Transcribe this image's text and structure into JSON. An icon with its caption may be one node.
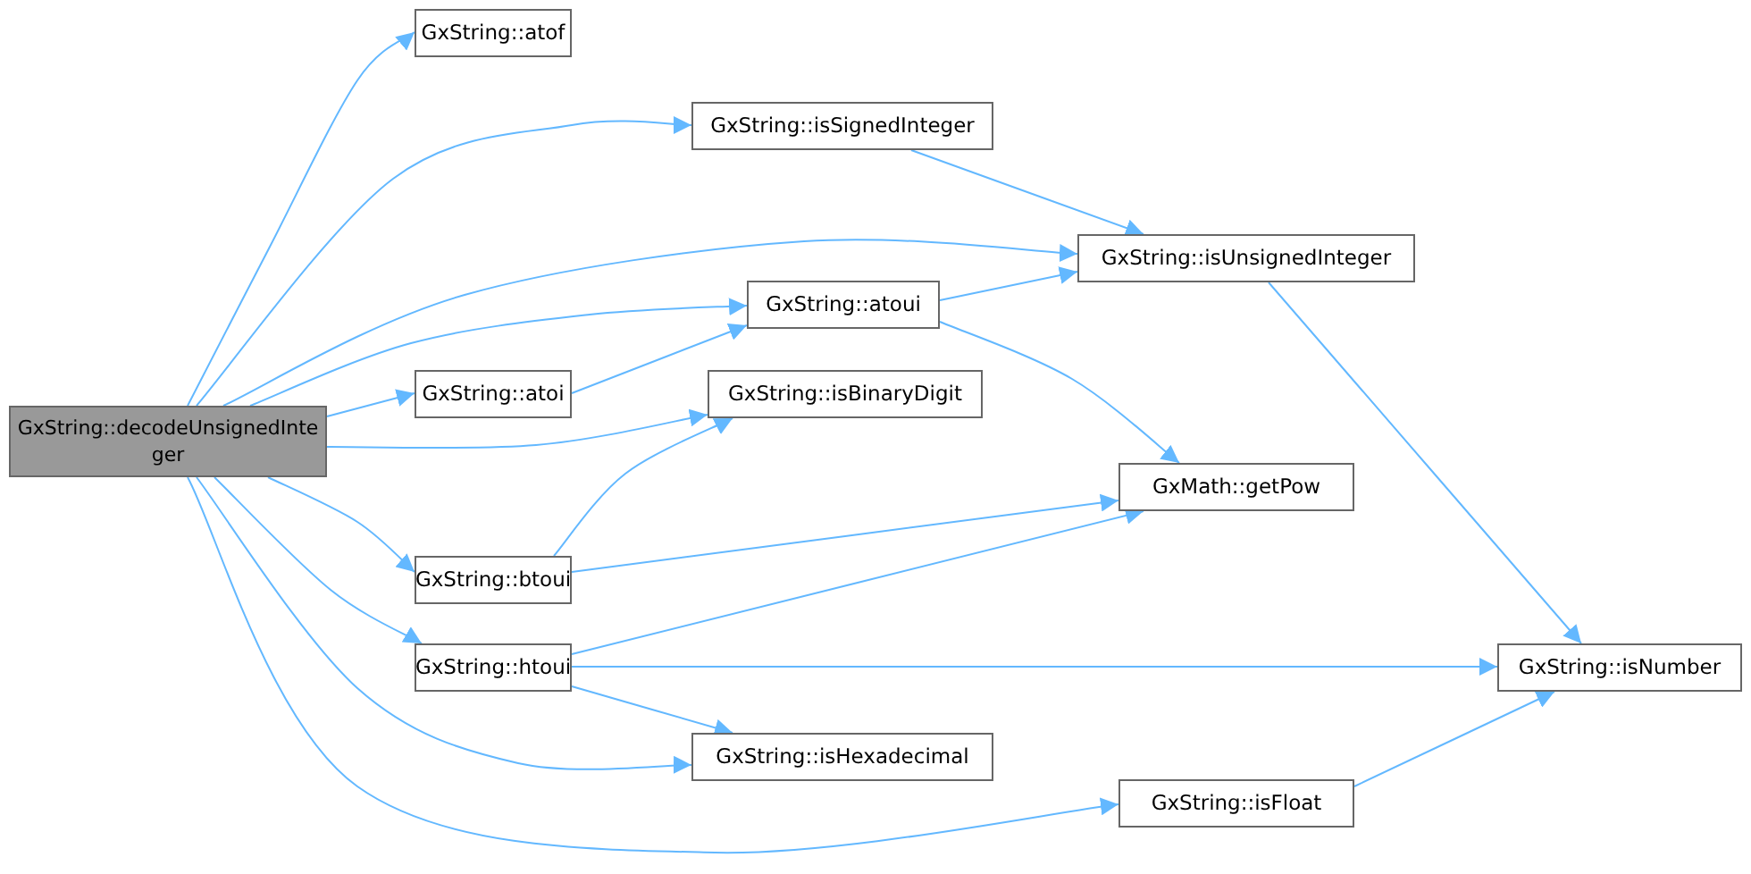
{
  "diagram": {
    "nodes": [
      {
        "text": [
          "GxString::decodeUnsignedInteger"
        ]
      },
      {
        "text": [
          "GxString::atof"
        ]
      },
      {
        "text": [
          "GxString::isSignedInteger"
        ]
      },
      {
        "text": [
          "GxString::isUnsignedInteger"
        ]
      },
      {
        "text": [
          "GxString::atoui"
        ]
      },
      {
        "text": [
          "GxString::atoi"
        ]
      },
      {
        "text": [
          "GxString::isBinaryDigit"
        ]
      },
      {
        "text": [
          "GxMath::getPow"
        ]
      },
      {
        "text": [
          "GxString::btoui"
        ]
      },
      {
        "text": [
          "GxString::htoui"
        ]
      },
      {
        "text": [
          "GxString::isNumber"
        ]
      },
      {
        "text": [
          "GxString::isHexadecimal"
        ]
      },
      {
        "text": [
          "GxString::isFloat"
        ]
      }
    ],
    "edges": [
      {
        "from": 0,
        "to": 1,
        "arrow": "to"
      },
      {
        "from": 0,
        "to": 2,
        "arrow": "to"
      },
      {
        "from": 0,
        "to": 3,
        "arrow": "to"
      },
      {
        "from": 0,
        "to": 4,
        "arrow": "to"
      },
      {
        "from": 0,
        "to": 5,
        "arrow": "to"
      },
      {
        "from": 0,
        "to": 6,
        "arrow": "to"
      },
      {
        "from": 0,
        "to": 8,
        "arrow": "to"
      },
      {
        "from": 0,
        "to": 9,
        "arrow": "to"
      },
      {
        "from": 0,
        "to": 11,
        "arrow": "to"
      },
      {
        "from": 0,
        "to": 12,
        "arrow": "to"
      },
      {
        "from": 2,
        "to": 3,
        "arrow": "to"
      },
      {
        "from": 4,
        "to": 3,
        "arrow": "to"
      },
      {
        "from": 4,
        "to": 7,
        "arrow": "to"
      },
      {
        "from": 5,
        "to": 4,
        "arrow": "to"
      },
      {
        "from": 8,
        "to": 6,
        "arrow": "to"
      },
      {
        "from": 8,
        "to": 7,
        "arrow": "to"
      },
      {
        "from": 9,
        "to": 7,
        "arrow": "to"
      },
      {
        "from": 9,
        "to": 10,
        "arrow": "to"
      },
      {
        "from": 9,
        "to": 11,
        "arrow": "to"
      },
      {
        "from": 3,
        "to": 10,
        "arrow": "to"
      },
      {
        "from": 12,
        "to": 10,
        "arrow": "to"
      }
    ]
  }
}
